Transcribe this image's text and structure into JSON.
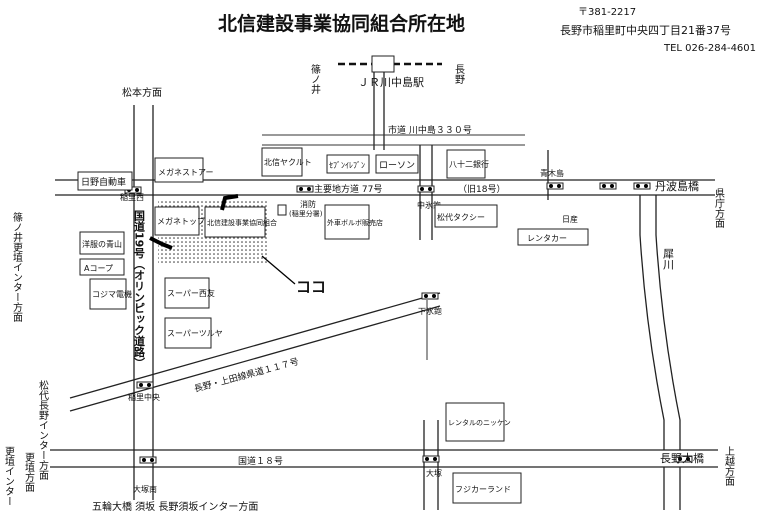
{
  "title": "北信建設事業協同組合所在地",
  "postal": "〒381-2217",
  "address": "長野市稲里町中央四丁目21番37号",
  "tel": "TEL 026-284-4601",
  "station": "ＪＲ川中島駅",
  "here": "ココ",
  "directions": {
    "matsumoto": "松本方面",
    "shinonoi_top": "篠ノ井",
    "nagano_top": "長野",
    "kenchou": "県庁方面",
    "shinonoi_koushoku": "篠ノ井更埴インター方面",
    "matsushiro_nagano": "松代長野インター方面",
    "koushoku": "更埴方面",
    "koushoku_inter": "更埴インター",
    "joetsu": "上越方面",
    "bottom": "五輪大橋 須坂 長野須坂インター方面"
  },
  "roads": {
    "route330": "市道 川中島３３０号",
    "route77": "主要地方道 77号",
    "old18": "（旧18号）",
    "route18": "国道１８号",
    "route117": "長野・上田線県道１１７号",
    "route19": "国道19号（オリンピック道路）"
  },
  "intersections": {
    "inasato_nishi": "稲里西",
    "nakahikama": "中氷鉋",
    "aokijima": "青木島",
    "shimohikama": "下氷鉋",
    "inasato_chuo": "稲里中央",
    "ootsukaminami": "大塚南",
    "ootsuka": "大塚",
    "tanbajima_bridge": "丹波島橋",
    "nagano_bridge": "長野大橋"
  },
  "landmarks": {
    "hino": "日野自動車",
    "megane_store": "メガネストアー",
    "hokushin_yakult": "北信ヤクルト",
    "seven_eleven": "ｾﾌﾞﾝｲﾚﾌﾞﾝ",
    "lawson": "ローソン",
    "hachijuni": "八十二銀行",
    "megane_top": "メガネトップ",
    "hokushin_union": "北信建設事業協同組合",
    "fire_station": "消防",
    "fire_branch": "(稲里分署)",
    "import_car": "外車ボルボ販売店",
    "matsushiro_taxi": "松代タクシー",
    "nissan": "日産",
    "rentacar": "レンタカー",
    "yosuke": "洋服の青山",
    "acoop": "Aコープ",
    "kojima": "コジマ電機",
    "super_nishitomo": "スーパー西友",
    "super_tsuruya": "スーパーツルヤ",
    "rental_nikken": "レンタルのニッケン",
    "fuji_carland": "フジカーランド",
    "saigawa": "犀川"
  }
}
